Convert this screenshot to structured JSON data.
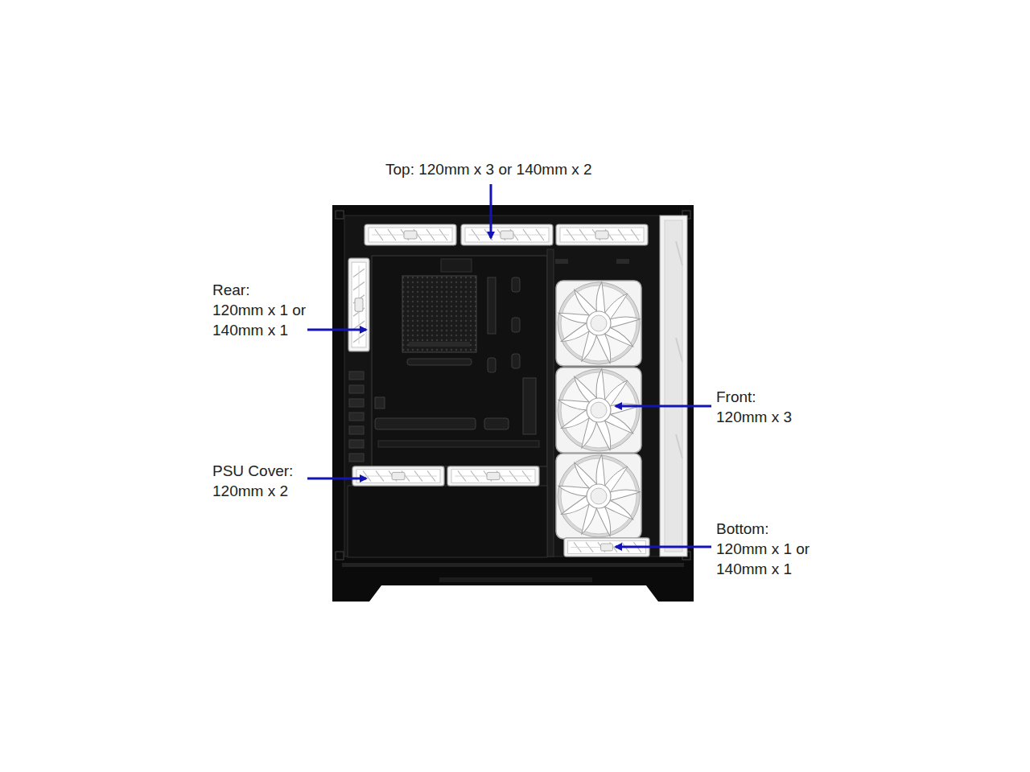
{
  "diagram": {
    "labels": [
      "Top: 120mm x 3 or 140mm x 2",
      "Rear:",
      "120mm x 1 or",
      "140mm x 1",
      "Front:",
      "120mm x 3",
      "PSU Cover:",
      "120mm x 2",
      "Bottom:",
      "120mm x 1 or",
      "140mm x 1"
    ]
  }
}
